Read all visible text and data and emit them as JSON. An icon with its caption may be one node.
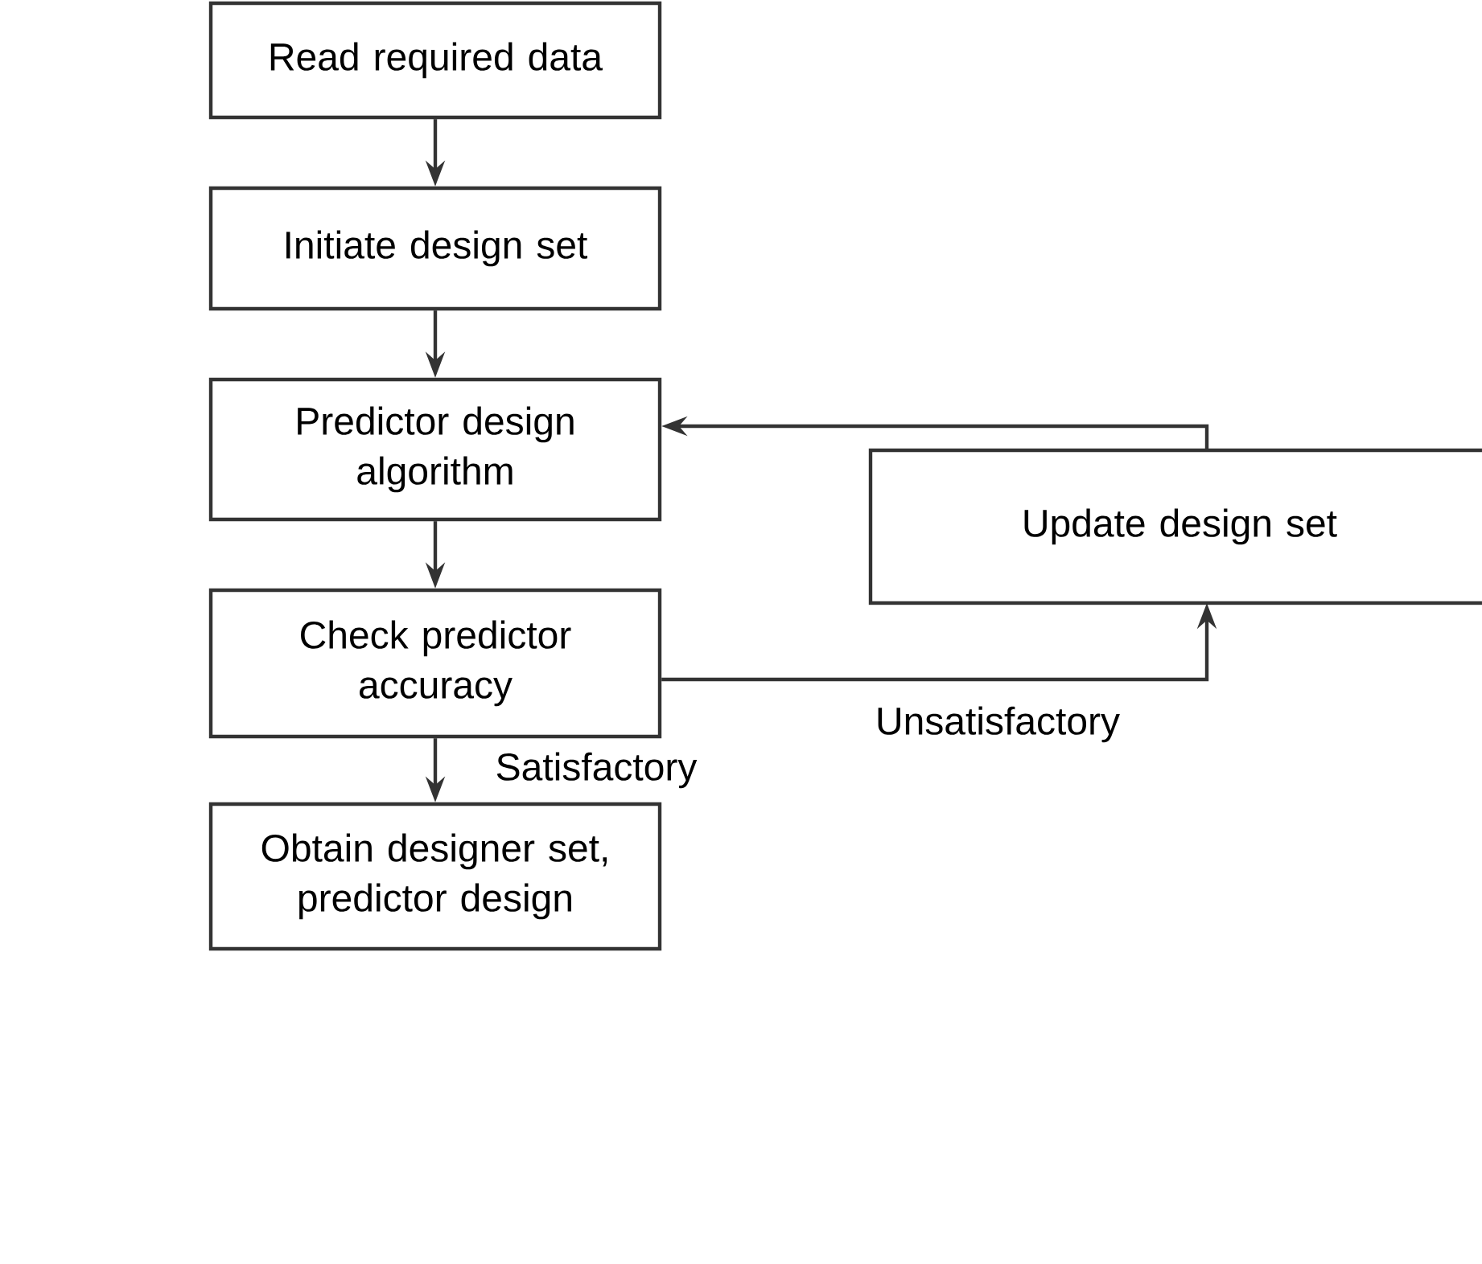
{
  "diagram": {
    "nodes": [
      {
        "text": [
          "Read required data"
        ]
      },
      {
        "text": [
          "Initiate design set"
        ]
      },
      {
        "text": [
          "Predictor design algorithm"
        ]
      },
      {
        "text": [
          "Check predictor accuracy"
        ]
      },
      {
        "text": [
          "Obtain designer set, predictor design"
        ]
      },
      {
        "text": [
          "Update design set"
        ]
      }
    ],
    "edges": [
      {
        "from": 0,
        "to": 1,
        "arrow": "to"
      },
      {
        "from": 1,
        "to": 2,
        "arrow": "to"
      },
      {
        "from": 2,
        "to": 3,
        "arrow": "to"
      },
      {
        "from": 3,
        "to": 4,
        "arrow": "to",
        "label": "Satisfactory"
      },
      {
        "from": 3,
        "to": 5,
        "arrow": "to",
        "label": "Unsatisfactory"
      },
      {
        "from": 5,
        "to": 2,
        "arrow": "to"
      }
    ]
  }
}
